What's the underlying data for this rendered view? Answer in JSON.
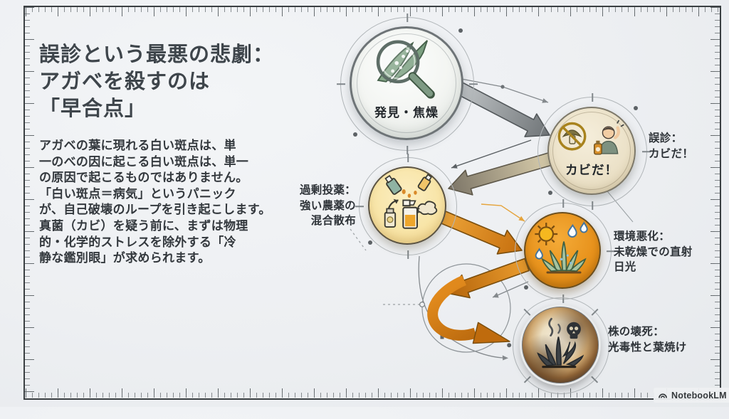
{
  "header": {
    "title_lines": [
      "誤診という最悪の悲劇：",
      "アガベを殺すのは",
      "「早合点」"
    ]
  },
  "intro": {
    "lines": [
      "アガベの葉に現れる白い斑点は、単",
      "一のべの因に起こる白い斑点は、単一",
      "の原因で起こるものではありません。",
      "「白い斑点＝病気」というパニック",
      "が、自己破壊のループを引き起こします。",
      "真菌（カビ）を疑う前に、まずは物理",
      "的・化学的ストレスを除外する「冷",
      "静な鑑別眼」が求められます。"
    ]
  },
  "nodes": {
    "discovery": {
      "label": "発見・焦燥",
      "icon": "magnifier-over-agave-icon"
    },
    "misdiagnosis": {
      "label": "カビだ！",
      "icon": "no-fungus-panicking-person-icon",
      "callout_lines": [
        "誤診：",
        "カビだ！"
      ]
    },
    "overdose": {
      "icon": "mixing-pesticide-spray-icon",
      "callout_lines": [
        "過剰投薬：",
        "強い農薬の",
        "混合散布"
      ]
    },
    "environment": {
      "icon": "sun-water-drops-agave-icon",
      "callout_lines": [
        "環境悪化：",
        "未乾燥での直射",
        "日光"
      ]
    },
    "necrosis": {
      "icon": "burnt-agave-skull-icon",
      "callout_lines": [
        "株の壊死：",
        "光毒性と葉焼け"
      ]
    }
  },
  "watermark": {
    "label": "NotebookLM"
  },
  "colors": {
    "background": "#edeff2",
    "frame": "#3a3f42",
    "title_text": "#3e454b",
    "body_text": "#33383d",
    "arrow_gray": "#8b9094",
    "arrow_tan": "#b3a88c",
    "arrow_orange": "#d98a1a",
    "node_discovery_fill": "#f4f6f3",
    "node_misdiagnosis_fill": "#ece2c9",
    "node_overdose_fill": "#f8e5a8",
    "node_environment_fill": "#e8931d",
    "node_necrosis_fill": "#8a6034"
  }
}
